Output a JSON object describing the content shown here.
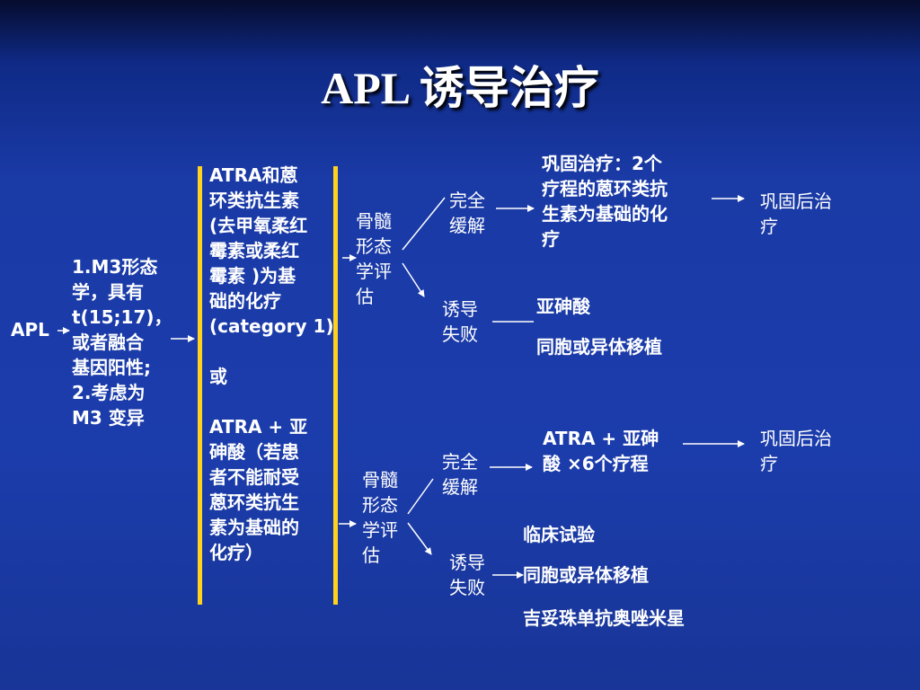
{
  "title": "APL 诱导治疗",
  "colors": {
    "background": "#1b3cab",
    "text": "#ffffff",
    "bracket": "#ffd21f"
  },
  "diagram": {
    "root": "APL",
    "criteria": "1.M3形态\n学，具有\nt(15;17)，\n或者融合\n基因阳性;\n2.考虑为\nM3 变异",
    "regimen": "ATRA和蒽\n环类抗生素\n(去甲氧柔红\n霉素或柔红\n霉素 )为基\n础的化疗\n(category 1)\n\n或\n\nATRA + 亚\n砷酸（若患\n者不能耐受\n蒽环类抗生\n素为基础的\n化疗）",
    "branch_upper": {
      "assessment": "骨髓\n形态\n学评\n估",
      "complete_remission": "完全\n缓解",
      "consolidation": "巩固治疗：2个\n疗程的蒽环类抗\n生素为基础的化\n疗",
      "post_consolidation": "巩固后治\n疗",
      "induction_failure": "诱导\n失败",
      "failure_option_1": "亚砷酸",
      "failure_option_2": "同胞或异体移植"
    },
    "branch_lower": {
      "assessment": "骨髓\n形态\n学评\n估",
      "complete_remission": "完全\n缓解",
      "consolidation": "ATRA + 亚砷\n酸 ×6个疗程",
      "post_consolidation": "巩固后治\n疗",
      "induction_failure": "诱导\n失败",
      "failure_option_1": "临床试验",
      "failure_option_2": "同胞或异体移植",
      "failure_option_3": "吉妥珠单抗奥唑米星"
    }
  }
}
